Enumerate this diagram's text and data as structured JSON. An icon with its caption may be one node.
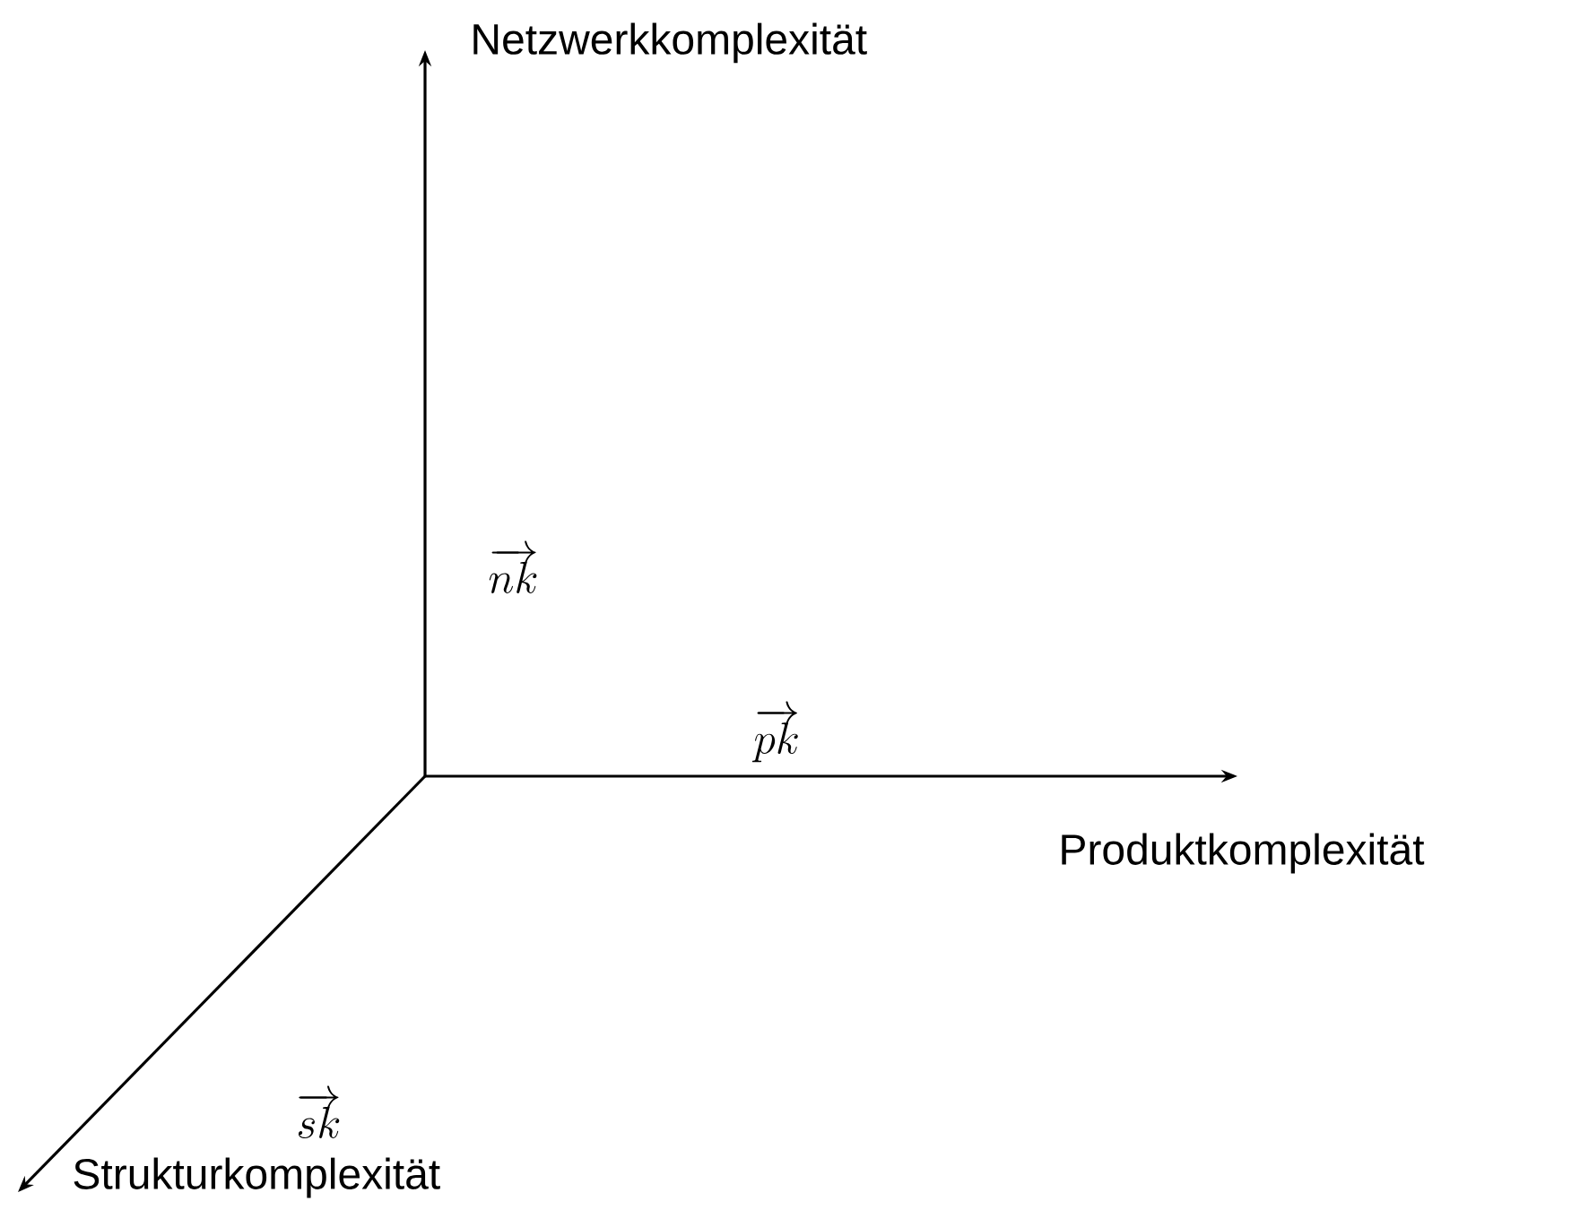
{
  "diagram": {
    "labels": [
      "Netzwerkkomplexität",
      "\\overrightarrow{nk}",
      "\\overrightarrow{pk}",
      "Produktkomplexität",
      "\\overrightarrow{sk}",
      "Strukturkomplexität"
    ]
  }
}
